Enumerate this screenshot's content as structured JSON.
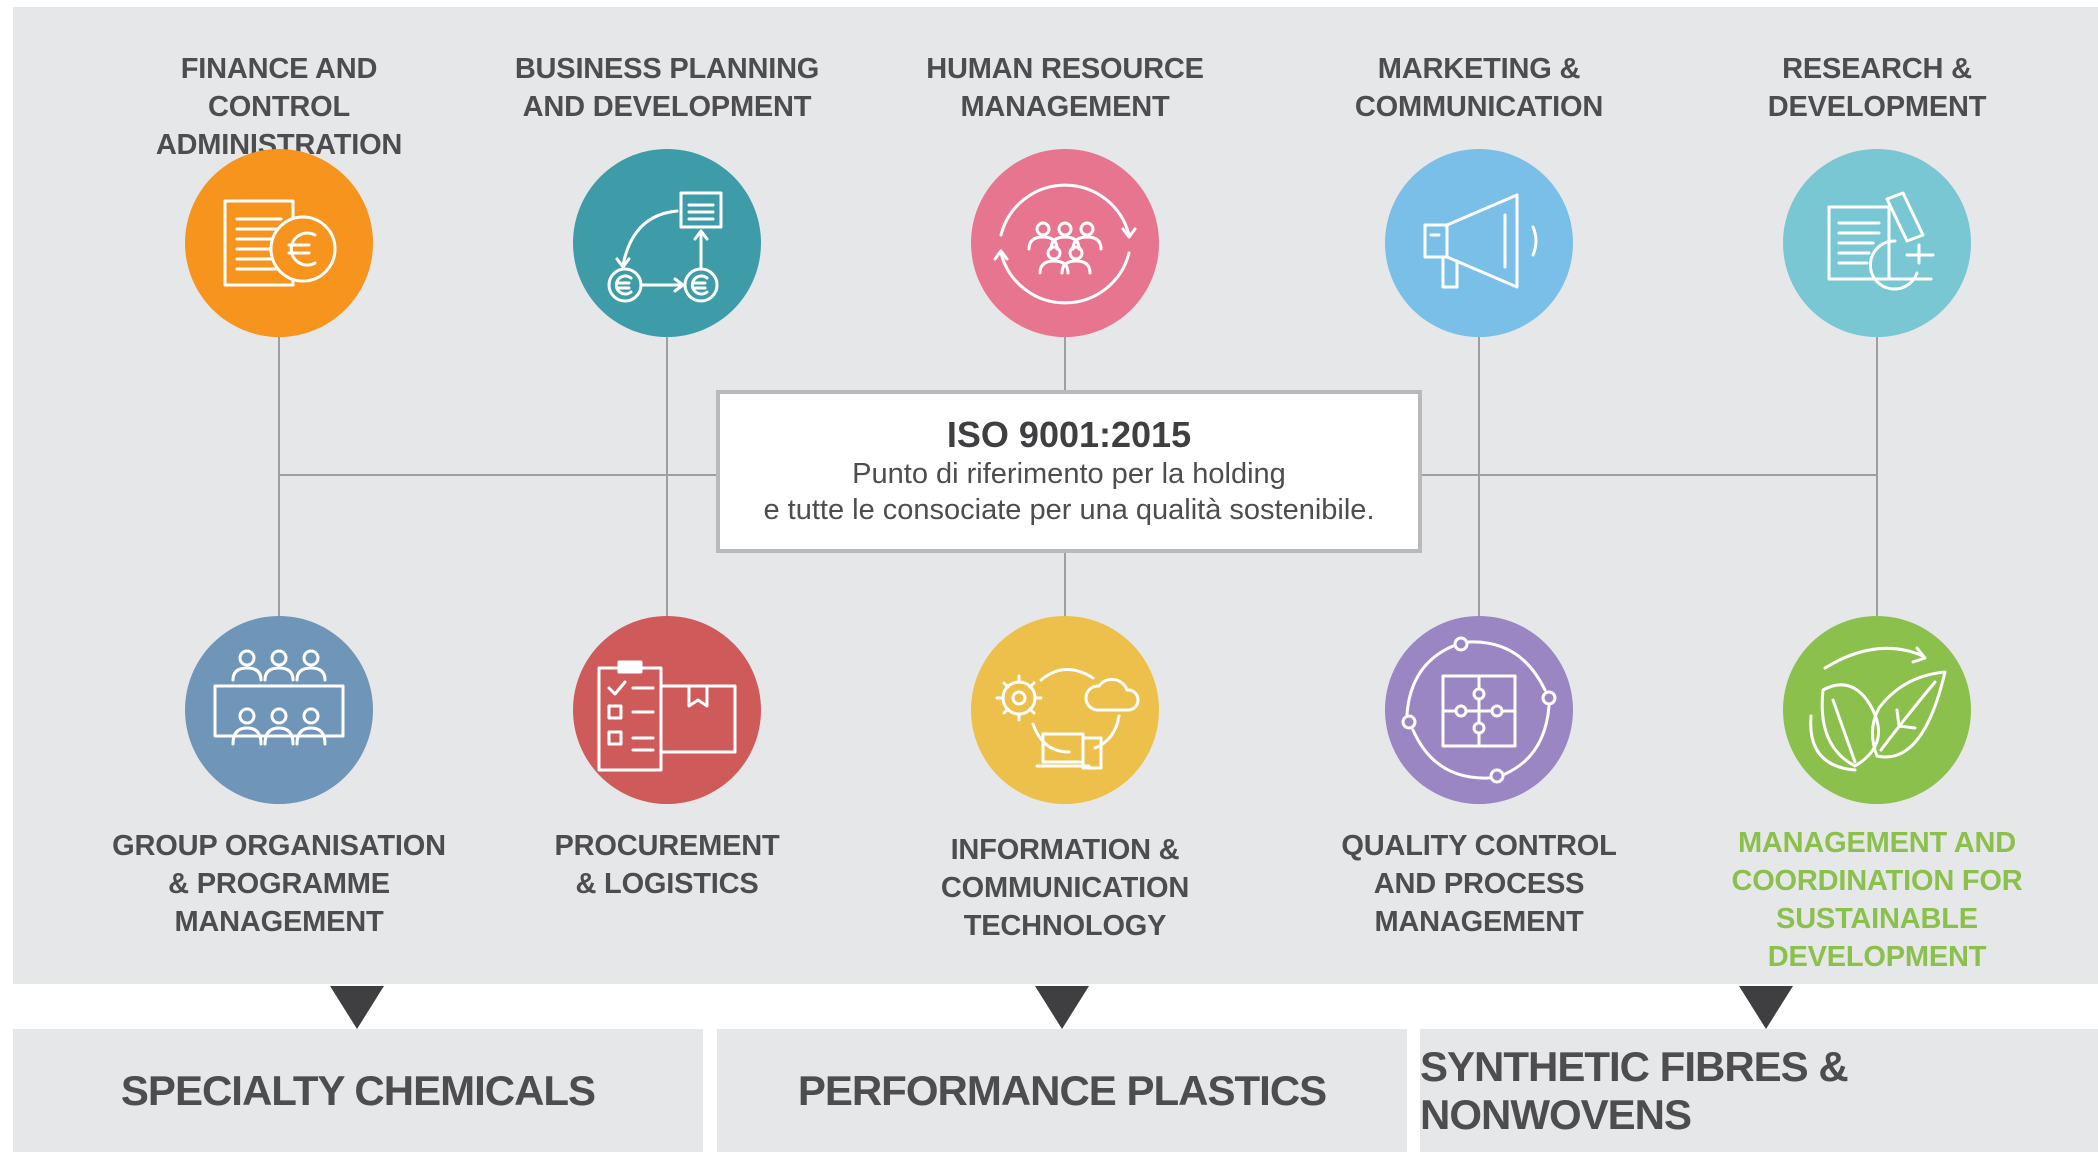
{
  "top_nodes": [
    {
      "label": "FINANCE AND CONTROL\nADMINISTRATION",
      "color": "#f7941d",
      "icon": "document-euro-icon"
    },
    {
      "label": "BUSINESS PLANNING\nAND DEVELOPMENT",
      "color": "#3d9ca8",
      "icon": "euro-cycle-icon"
    },
    {
      "label": "HUMAN RESOURCE\nMANAGEMENT",
      "color": "#e8758f",
      "icon": "people-cycle-icon"
    },
    {
      "label": "MARKETING &\nCOMMUNICATION",
      "color": "#79bfe8",
      "icon": "megaphone-icon"
    },
    {
      "label": "RESEARCH &\nDEVELOPMENT",
      "color": "#79c7d3",
      "icon": "microscope-document-icon"
    }
  ],
  "bottom_nodes": [
    {
      "label": "GROUP ORGANISATION\n& PROGRAMME\nMANAGEMENT",
      "color": "#6f96b8",
      "icon": "meeting-table-icon",
      "label_color": "#4d4d4f"
    },
    {
      "label": "PROCUREMENT\n& LOGISTICS",
      "color": "#cf5a5a",
      "icon": "checklist-box-icon",
      "label_color": "#4d4d4f"
    },
    {
      "label": "INFORMATION &\nCOMMUNICATION\nTECHNOLOGY",
      "color": "#ecc04a",
      "icon": "gear-cloud-devices-icon",
      "label_color": "#4d4d4f"
    },
    {
      "label": "QUALITY CONTROL\nAND PROCESS\nMANAGEMENT",
      "color": "#9a86c2",
      "icon": "puzzle-cycle-icon",
      "label_color": "#4d4d4f"
    },
    {
      "label": "MANAGEMENT AND\nCOORDINATION FOR\nSUSTAINABLE DEVELOPMENT",
      "color": "#8cc04c",
      "icon": "leaves-cycle-icon",
      "label_color": "#8cc04c"
    }
  ],
  "center": {
    "title": "ISO 9001:2015",
    "line1": "Punto di riferimento per la holding",
    "line2": "e tutte le consociate per una qualità sostenibile."
  },
  "divisions": [
    "SPECIALTY CHEMICALS",
    "PERFORMANCE PLASTICS",
    "SYNTHETIC FIBRES & NONWOVENS"
  ],
  "colors": {
    "panel": "#e6e7e8",
    "connector": "#9d9fa2",
    "box_border": "#b8b9bb",
    "text": "#4d4d4f",
    "arrow": "#3f3f41"
  }
}
